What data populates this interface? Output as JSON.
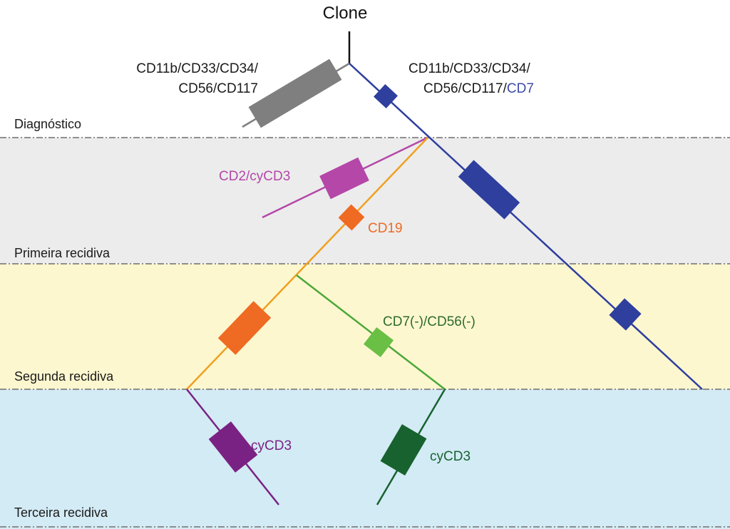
{
  "title": "Clone",
  "stages": [
    {
      "key": "diagnostico",
      "label": "Diagnóstico",
      "color": "#ffffff"
    },
    {
      "key": "primeira",
      "label": "Primeira recidiva",
      "color": "#ececec"
    },
    {
      "key": "segunda",
      "label": "Segunda recidiva",
      "color": "#fdf7cf"
    },
    {
      "key": "terceira",
      "label": "Terceira recidiva",
      "color": "#d3ebf5"
    }
  ],
  "branches": {
    "grey": {
      "label_line1": "CD11b/CD33/CD34/",
      "label_line2": "CD56/CD117",
      "color": "#7f7f7f"
    },
    "blue": {
      "label_line1": "CD11b/CD33/CD34/",
      "label_line2_prefix": "CD56/CD117/",
      "label_line2_highlight": "CD7",
      "color": "#2e3f9e",
      "highlight_color": "#3a4ba8"
    },
    "magenta": {
      "label": "CD2/cyCD3",
      "color": "#b447a8"
    },
    "orange": {
      "label": "CD19",
      "color": "#ef6a22",
      "line_color": "#f0a020"
    },
    "green": {
      "label": "CD7(-)/CD56(-)",
      "color": "#6abf45",
      "line_color": "#4aa83a",
      "label_color": "#2e6b2e"
    },
    "purple": {
      "label": "cyCD3",
      "color": "#7a2283"
    },
    "darkgreen": {
      "label": "cyCD3",
      "color": "#17622e"
    }
  }
}
